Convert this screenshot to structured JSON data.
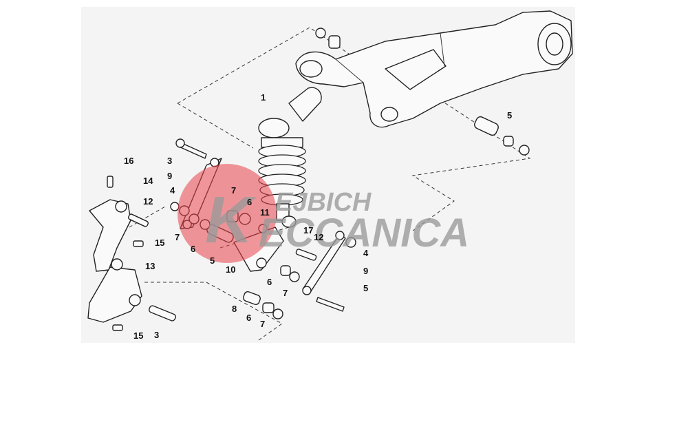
{
  "watermark": {
    "line1": "EJBICH",
    "line2": "ECCANICA",
    "logo_letter": "K",
    "logo_color": "#e8434a",
    "text_color": "#9a9a9a"
  },
  "callouts": [
    "1",
    "3",
    "3",
    "4",
    "4",
    "5",
    "5",
    "5",
    "6",
    "6",
    "6",
    "6",
    "7",
    "7",
    "7",
    "7",
    "8",
    "9",
    "9",
    "10",
    "11",
    "12",
    "12",
    "13",
    "14",
    "15",
    "15",
    "16",
    "17"
  ],
  "icons": {
    "swingarm": "swingarm-drawing",
    "shock": "rear-shock-absorber-drawing",
    "footrest": "footrest-bracket-drawing",
    "linkage": "suspension-linkage-drawing"
  }
}
